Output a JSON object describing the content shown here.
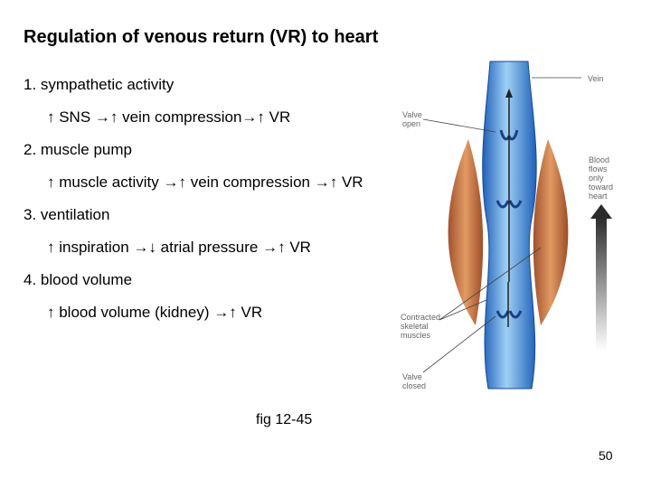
{
  "title": "Regulation of venous return (VR) to heart",
  "points": [
    {
      "label": "1. sympathetic activity",
      "detail": {
        "a1": "↑",
        "t1": " SNS ",
        "a2": "→↑",
        "t2": " vein compression",
        "a3": "→↑",
        "t3": " VR"
      }
    },
    {
      "label": "2. muscle pump",
      "detail": {
        "a1": "↑",
        "t1": " muscle activity ",
        "a2": "→↑",
        "t2": " vein compression ",
        "a3": "→↑",
        "t3": " VR"
      }
    },
    {
      "label": "3. ventilation",
      "detail": {
        "a1": "↑",
        "t1": " inspiration ",
        "a2": "→↓",
        "t2": " atrial pressure ",
        "a3": "→↑",
        "t3": " VR"
      }
    },
    {
      "label": "4. blood volume",
      "detail": {
        "a1": "↑",
        "t1": " blood volume (kidney) ",
        "a2": "→↑",
        "t2": " VR",
        "a3": "",
        "t3": ""
      }
    }
  ],
  "figure": {
    "labels": {
      "vein": "Vein",
      "valve_open": "Valve\nopen",
      "blood_flows": "Blood\nflows\nonly\ntoward\nheart",
      "contracted": "Contracted\nskeletal\nmuscles",
      "valve_closed": "Valve\nclosed"
    }
  },
  "caption": "fig 12-45",
  "page_number": "50"
}
